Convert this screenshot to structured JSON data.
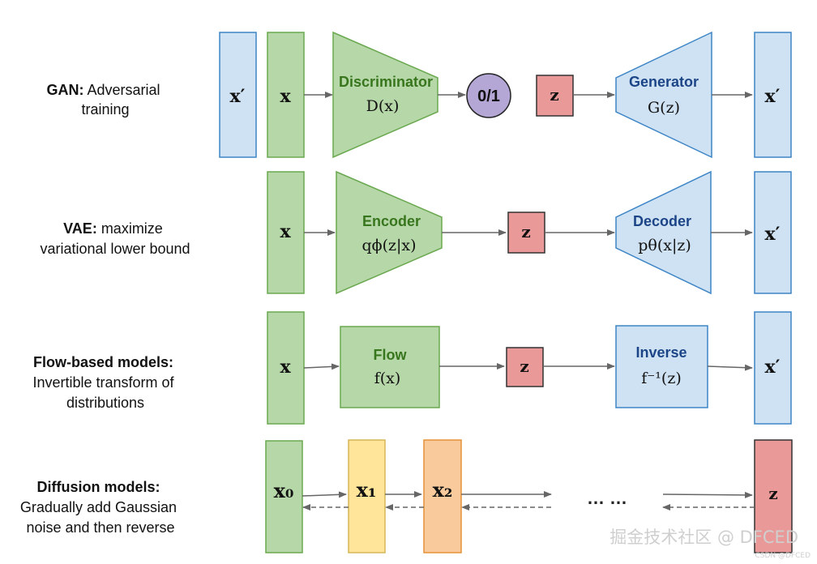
{
  "rows": {
    "gan": {
      "label_bold": "GAN:",
      "label_rest": " Adversarial",
      "label_line2": "training",
      "x_prime": "x′",
      "x": "x",
      "disc_title": "Discriminator",
      "disc_formula": "D(x)",
      "output": "0/1",
      "z": "z",
      "gen_title": "Generator",
      "gen_formula": "G(z)",
      "x_prime_out": "x′"
    },
    "vae": {
      "label_bold": "VAE:",
      "label_rest": " maximize",
      "label_line2": "variational lower bound",
      "x": "x",
      "enc_title": "Encoder",
      "enc_formula": "qϕ(z|x)",
      "z": "z",
      "dec_title": "Decoder",
      "dec_formula": "pθ(x|z)",
      "x_prime": "x′"
    },
    "flow": {
      "label_bold": "Flow-based models:",
      "label_line2": "Invertible transform of",
      "label_line3": "distributions",
      "x": "x",
      "flow_title": "Flow",
      "flow_formula": "f(x)",
      "z": "z",
      "inv_title": "Inverse",
      "inv_formula": "f⁻¹(z)",
      "x_prime": "x′"
    },
    "diffusion": {
      "label_bold": "Diffusion models:",
      "label_line2": "Gradually add Gaussian",
      "label_line3": "noise and then reverse",
      "x0": "x₀",
      "x1": "x₁",
      "x2": "x₂",
      "ellipsis": "… …",
      "z": "z"
    }
  },
  "watermark": {
    "main": "掘金技术社区 @ DFCED",
    "small": "CSDN @DFCED"
  },
  "colors": {
    "green_fill": "#b6d7a8",
    "green_stroke": "#6aa84f",
    "blue_fill": "#cfe2f3",
    "blue_stroke": "#3d85c6",
    "red_fill": "#ea9999",
    "purple_fill": "#b4a7d6",
    "yellow_fill": "#ffe599",
    "orange_fill": "#f9cb9c",
    "green_title": "#38761d",
    "blue_title": "#1c4587"
  }
}
